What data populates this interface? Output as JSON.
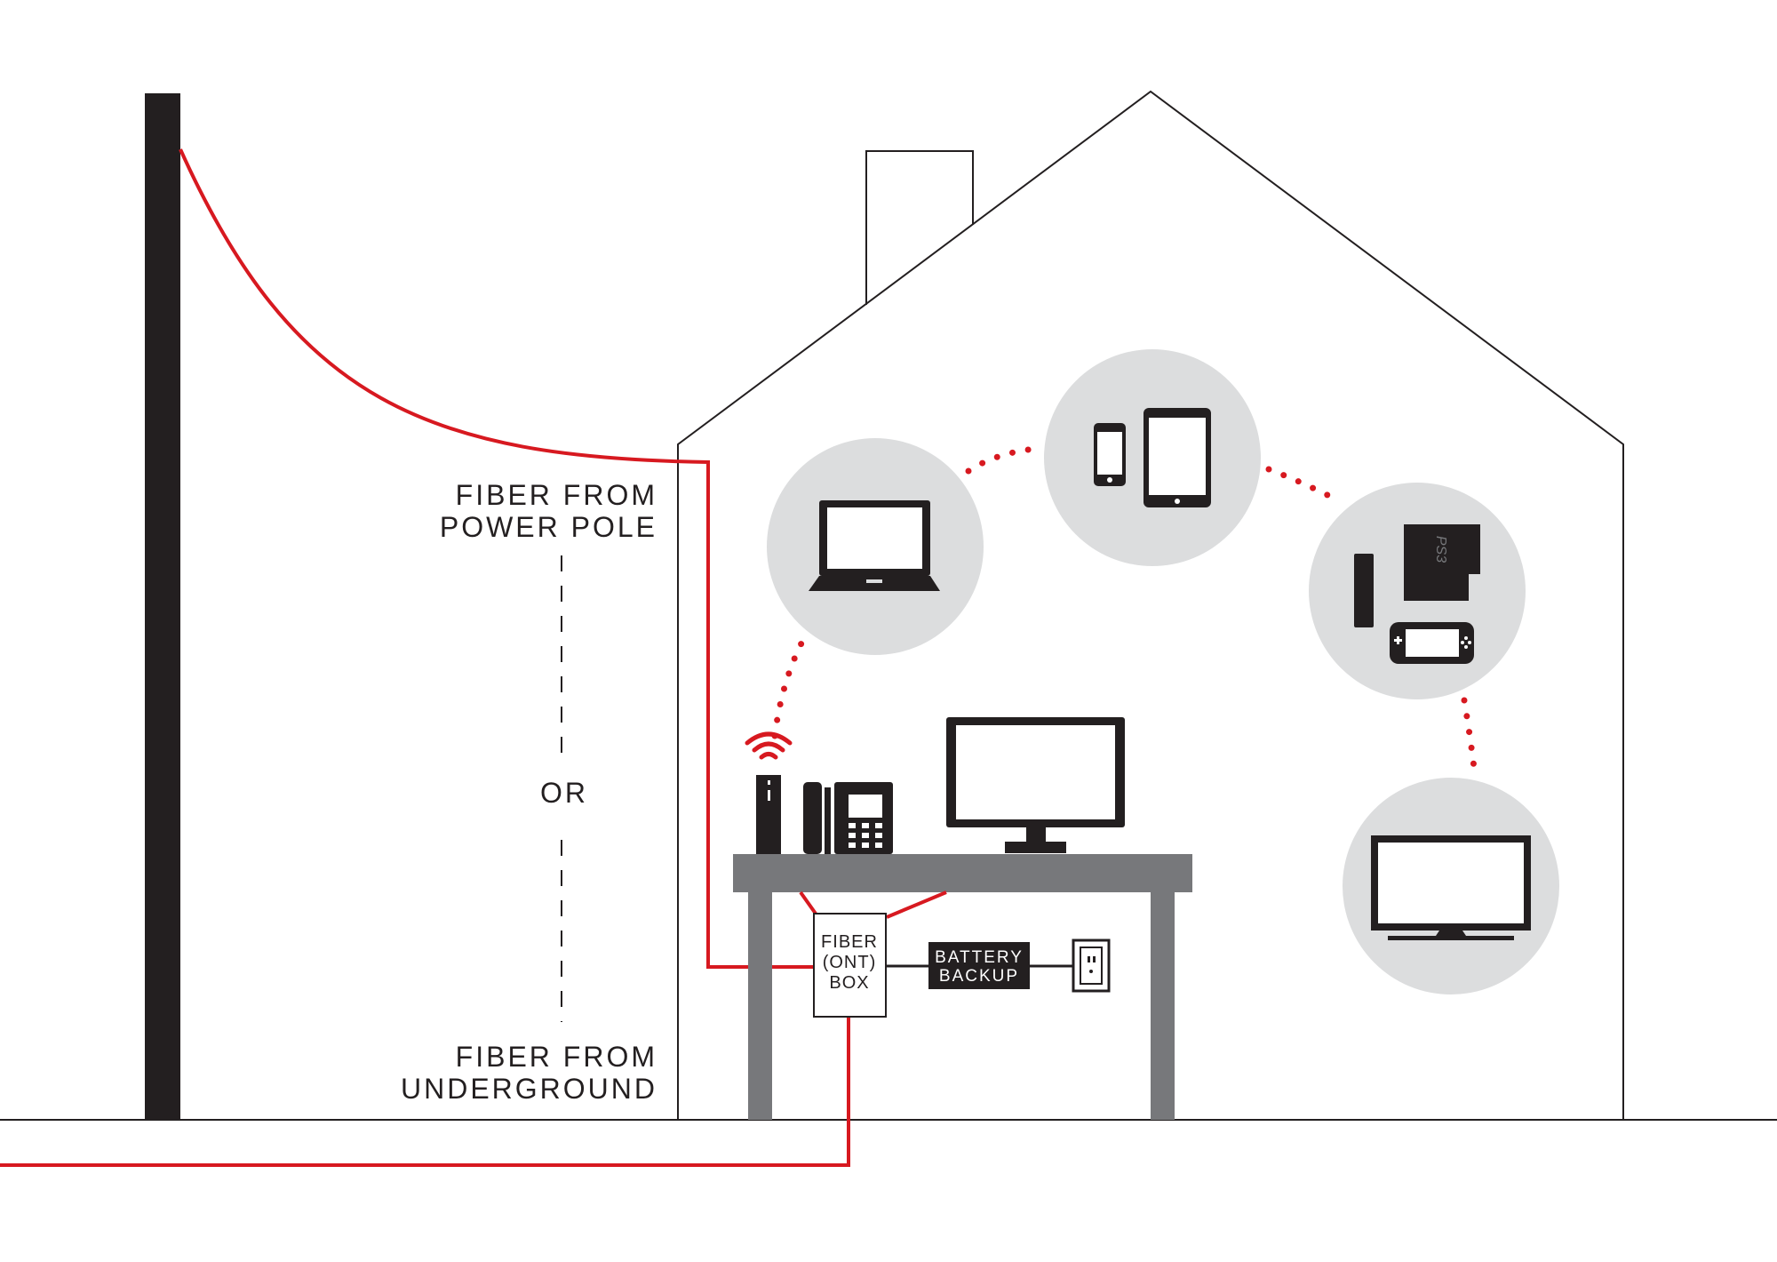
{
  "labels": {
    "fiber_pole_line1": "FIBER FROM",
    "fiber_pole_line2": "POWER POLE",
    "or": "OR",
    "fiber_underground_line1": "FIBER FROM",
    "fiber_underground_line2": "UNDERGROUND",
    "ont_line1": "FIBER",
    "ont_line2": "(ONT)",
    "ont_line3": "BOX",
    "battery_line1": "BATTERY",
    "battery_line2": "BACKUP",
    "console_badge": "PS3"
  },
  "colors": {
    "fiber_red": "#d71920",
    "outline_dark": "#231f20",
    "desk_gray": "#77787b",
    "circle_gray": "#dcddde",
    "background": "#ffffff"
  },
  "icons": [
    "power-pole",
    "house-outline",
    "chimney",
    "laptop-icon",
    "smartphone-icon",
    "tablet-icon",
    "game-console-icon",
    "gamepad-icon",
    "television-icon",
    "wifi-router-icon",
    "desk-phone-icon",
    "desktop-monitor-icon",
    "desk",
    "wall-outlet-icon"
  ]
}
